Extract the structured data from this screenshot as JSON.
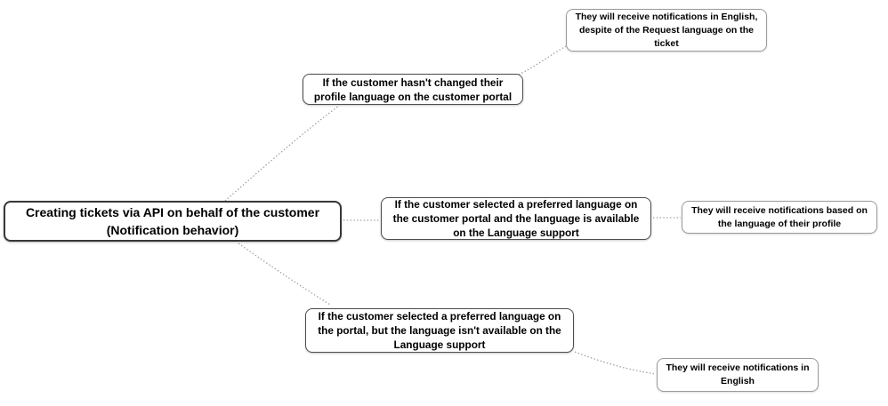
{
  "mindmap": {
    "root": {
      "label": "Creating tickets via API on behalf of the customer\n(Notification behavior)"
    },
    "branches": [
      {
        "condition": "If the customer hasn't changed their\nprofile language on the customer portal",
        "outcome": "They will receive notifications in English,\ndespite of the Request language on the\nticket"
      },
      {
        "condition": "If the customer selected a preferred language on\nthe customer portal and the language is available\non the Language support",
        "outcome": "They will receive notifications based on\nthe language of their profile"
      },
      {
        "condition": "If the customer selected a preferred language on\nthe portal, but the language isn't available on the\nLanguage support",
        "outcome": "They will receive notifications in\nEnglish"
      }
    ]
  },
  "colors": {
    "background": "#ffffff",
    "text": "#000000",
    "root_border": "#383838",
    "branch_border": "#4d4d4d",
    "leaf_border": "#9b9b9b",
    "connector": "#9e9e9e"
  }
}
